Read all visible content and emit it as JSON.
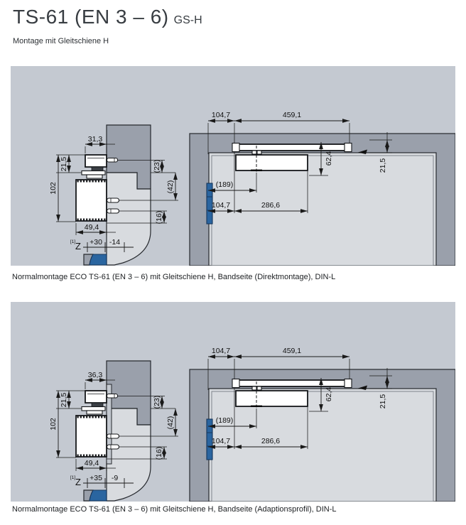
{
  "page": {
    "title": "TS-61 (EN 3 – 6)",
    "title_suffix": "GS-H",
    "subtitle": "Montage mit Gleitschiene H"
  },
  "colors": {
    "panel_background": "#c4c9d1",
    "frame_gray": "#9aa0ab",
    "door_gray": "#d8dbdf",
    "hinge_blue": "#2a65a0",
    "dimension_line": "#1a1a1a"
  },
  "panels": [
    {
      "caption": "Normalmontage ECO TS-61 (EN 3 – 6) mit Gleitschiene H, Bandseite (Direktmontage), DIN-L",
      "side": {
        "w_top": "31,3",
        "h_rail": "21,5",
        "h_body": "102",
        "w_body": "49,4",
        "d23": "(23)",
        "d42": "(42)",
        "d16": "(16)",
        "z_ref": "[1]",
        "z_label": "Z",
        "z_plus": "+30",
        "z_minus": "-14"
      },
      "front": {
        "d104a": "104,7",
        "d459": "459,1",
        "d62": "62,4",
        "d21": "21,5",
        "d189": "(189)",
        "d104b": "104,7",
        "d286": "286,6"
      }
    },
    {
      "caption": "Normalmontage ECO TS-61 (EN 3 – 6) mit Gleitschiene H, Bandseite (Adaptionsprofil), DIN-L",
      "side": {
        "w_top": "36,3",
        "h_rail": "21,5",
        "h_body": "102",
        "w_body": "49,4",
        "d23": "(23)",
        "d42": "(42)",
        "d16": "(16)",
        "z_ref": "[1]",
        "z_label": "Z",
        "z_plus": "+35",
        "z_minus": "-9"
      },
      "front": {
        "d104a": "104,7",
        "d459": "459,1",
        "d62": "62,4",
        "d21": "21,5",
        "d189": "(189)",
        "d104b": "104,7",
        "d286": "286,6"
      }
    }
  ]
}
